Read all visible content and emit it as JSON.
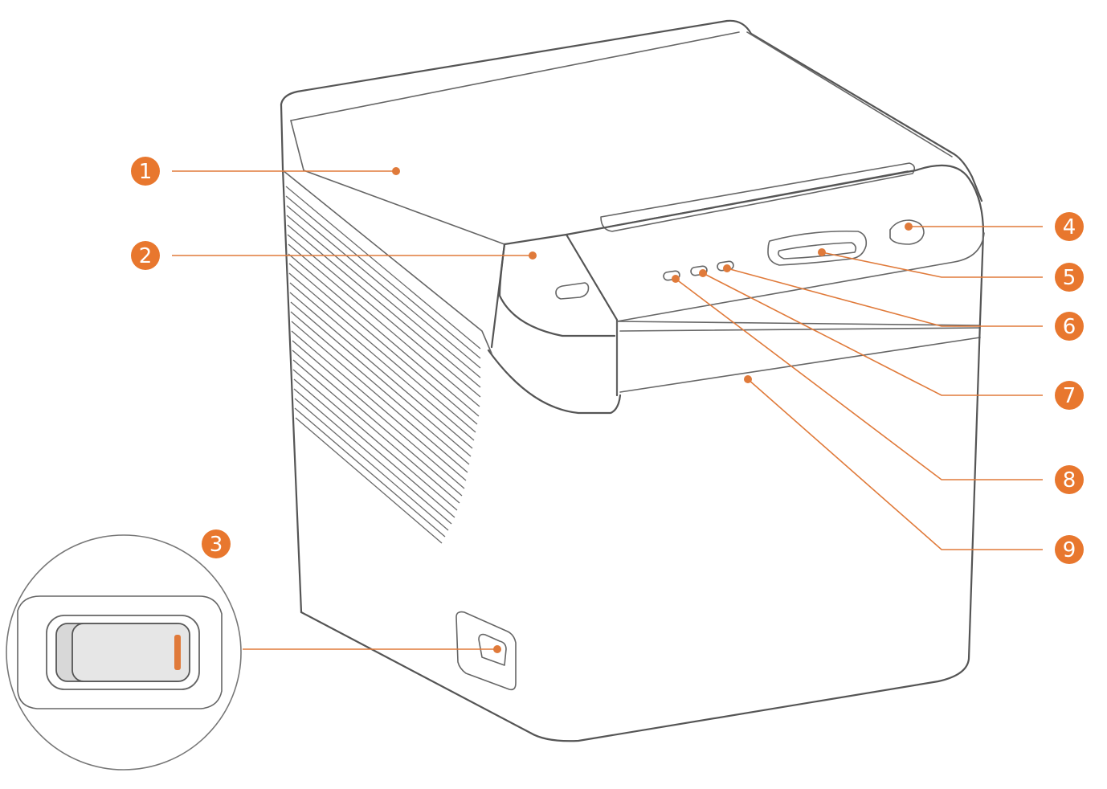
{
  "accent_color": "#e8772e",
  "callouts": [
    {
      "id": "1",
      "label": "1"
    },
    {
      "id": "2",
      "label": "2"
    },
    {
      "id": "3",
      "label": "3"
    },
    {
      "id": "4",
      "label": "4"
    },
    {
      "id": "5",
      "label": "5"
    },
    {
      "id": "6",
      "label": "6"
    },
    {
      "id": "7",
      "label": "7"
    },
    {
      "id": "8",
      "label": "8"
    },
    {
      "id": "9",
      "label": "9"
    }
  ]
}
